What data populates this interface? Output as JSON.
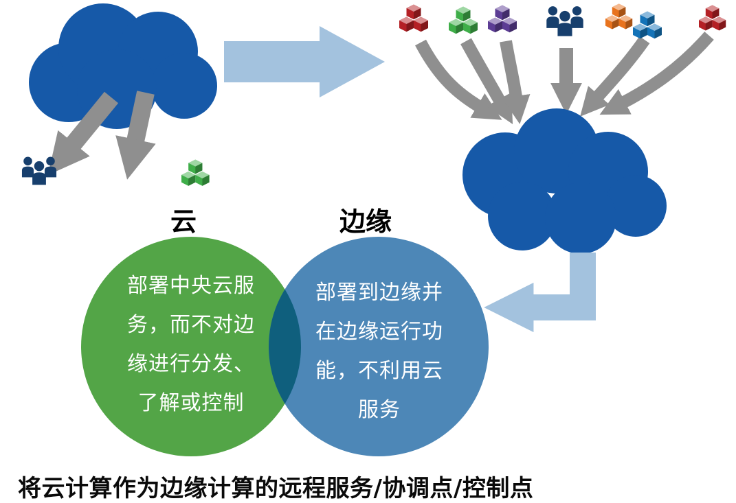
{
  "diagram": {
    "cloud_label": "云",
    "edge_label": "边缘",
    "venn_left_text": "部署中央云服务，而不对边缘进行分发、了解或控制",
    "venn_right_text": "部署到边缘并在边缘运行功能，不利用云服务",
    "caption": "将云计算作为边缘计算的远程服务/协调点/控制点"
  },
  "colors": {
    "cloud_blue": "#1659a8",
    "arrow_gray": "#8f8f8f",
    "arrow_light_blue": "#a3c2de",
    "circle_green": "#53a547",
    "circle_blue": "#4d87b7",
    "circle_overlap": "#0f5f7d",
    "icon_red": "#b42025",
    "icon_green": "#3fae49",
    "icon_purple": "#5c3d94",
    "icon_people_blue": "#173f6d",
    "icon_orange": "#e8731e",
    "icon_blue": "#1473b8"
  },
  "icons": {
    "cloud_outputs": [
      "people-group",
      "cube-cluster-green"
    ],
    "edge_nodes": [
      "cube-cluster-red",
      "cube-cluster-green",
      "cube-cluster-purple",
      "people-group",
      "cube-cluster-orange",
      "cube-cluster-blue",
      "cube-cluster-red"
    ]
  }
}
